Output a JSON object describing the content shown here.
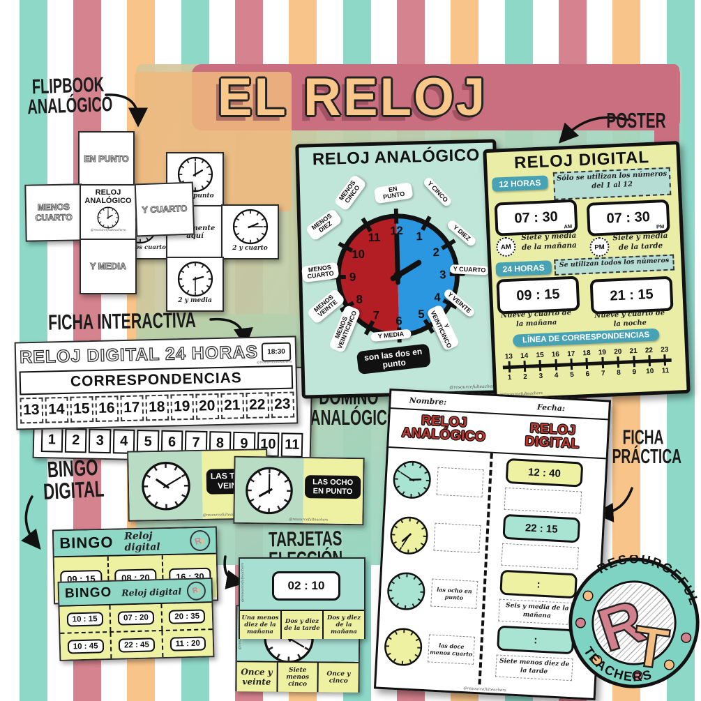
{
  "colors": {
    "stripe_teal": "#8ed8c8",
    "stripe_pink": "#d5838e",
    "stripe_orange": "#f8c489",
    "title_peach": "#f9c789",
    "frame_pink": "#c96f80",
    "poster_mint": "#bfe6d8",
    "poster_lime": "#e9eda6",
    "clock_red": "#b21e24",
    "clock_blue": "#2a97e0",
    "badge_teal": "#47a3b4",
    "card_yellow": "#eef0a2",
    "card_mint": "#b9dcc4",
    "worksheet_red": "#c4382f",
    "logo_pink": "#d2808c",
    "logo_orange": "#f4bd81",
    "logo_teal": "#7fd3c2"
  },
  "watermark": "@resourcefulteachers",
  "title": "EL RELOJ",
  "annotations": {
    "flipbook_1": "FLIPBOOK",
    "flipbook_2": "ANALÓGICO",
    "poster": "POSTER",
    "ficha_interactiva": "FICHA INTERACTIVA",
    "domino_1": "DOMINÓ",
    "domino_2": "ANALÓGICO",
    "bingo_1": "BINGO",
    "bingo_2": "DIGITAL",
    "tarjetas": "TARJETAS ELECCIÓN",
    "ficha_practica_1": "FICHA",
    "ficha_practica_2": "PRÁCTICA"
  },
  "flipbook": {
    "en_punto": "EN PUNTO",
    "menos_cuarto": "MENOS CUARTO",
    "y_cuarto": "Y CUARTO",
    "y_media": "Y MEDIA",
    "center_title_1": "RELOJ",
    "center_title_2": "ANALÓGICO",
    "clock_captions": {
      "top": "2 en punto",
      "left": "2 menos cuarto",
      "right": "2 y cuarto",
      "bottom": "2 y media",
      "center": "solamente aquí"
    }
  },
  "poster": {
    "left": {
      "title": "RELOJ ANALÓGICO",
      "clock_numbers": [
        "12",
        "1",
        "2",
        "3",
        "4",
        "5",
        "6",
        "7",
        "8",
        "9",
        "10",
        "11"
      ],
      "minute_labels": [
        "EN PUNTO",
        "Y CINCO",
        "Y DIEZ",
        "Y CUARTO",
        "Y VEINTE",
        "Y VEINTICINCO",
        "Y MEDIA",
        "MENOS VEINTICINCO",
        "MENOS VEINTE",
        "MENOS CUARTO",
        "MENOS DIEZ",
        "MENOS CINCO"
      ],
      "example": "son las dos en punto"
    },
    "right": {
      "title": "RELOJ DIGITAL",
      "badge_12h": "12 HORAS",
      "note_12h": "Sólo se utilizan los números del 1 al 12",
      "display_am": "07 : 30",
      "display_am_suffix": "AM",
      "display_pm": "07 : 30",
      "display_pm_suffix": "PM",
      "am_abbr": "AM",
      "am_text": "Siete y media de la mañana",
      "pm_abbr": "PM",
      "pm_text": "Siete y media de la tarde",
      "badge_24h": "24 HORAS",
      "note_24h": "Se utilizan todos los números",
      "display_morning": "09 : 15",
      "display_morning_text": "Nueve y cuarto de la mañana",
      "display_night": "21 : 15",
      "display_night_text": "Nueve y cuarto de la noche",
      "line_title": "LÍNEA DE CORRESPONDENCIAS",
      "line_top": [
        "13",
        "14",
        "15",
        "16",
        "17",
        "18",
        "19",
        "20",
        "21",
        "22",
        "23"
      ],
      "line_bottom": [
        "1",
        "2",
        "3",
        "4",
        "5",
        "6",
        "7",
        "8",
        "9",
        "10",
        "11"
      ]
    }
  },
  "ficha": {
    "strip_title": "RELOJ DIGITAL 24 HORAS",
    "clock_icon_time": "18:30",
    "subtitle": "CORRESPONDENCIAS",
    "numbers_24h": [
      "13",
      "14",
      "15",
      "16",
      "17",
      "18",
      "19",
      "20",
      "21",
      "22",
      "23"
    ],
    "numbers_12h": [
      "1",
      "2",
      "3",
      "4",
      "5",
      "6",
      "7",
      "8",
      "9",
      "10",
      "11"
    ]
  },
  "domino": {
    "back_label_1": "LAS TR",
    "back_label_2": "VEIN",
    "front_label_1": "LAS OCHO",
    "front_label_2": "EN PUNTO"
  },
  "bingo": {
    "title": "BINGO",
    "subtitle": "Reloj digital",
    "card1_times": [
      "09 : 15",
      "08 : 20",
      "16 : 30"
    ],
    "card2_times": [
      "10 : 15",
      "07 : 20",
      "20 : 35",
      "10 : 45",
      "22 : 45",
      "11 : 20"
    ]
  },
  "tarjetas": {
    "card1_time": "02 : 10",
    "card1_options": [
      "Una menos diez de la mañana",
      "Dos y diez de la tarde",
      "Dos y diez de la mañana"
    ],
    "card2_options": [
      "Once y veinte",
      "Siete menos cinco",
      "Once y cinco"
    ]
  },
  "worksheet": {
    "name_label": "Nombre:",
    "date_label": "Fecha:",
    "col_analog_1": "RELOJ",
    "col_analog_2": "ANALÓGICO",
    "col_digital_1": "RELOJ",
    "col_digital_2": "DIGITAL",
    "analog_answers": [
      "",
      "",
      "las ocho en punto",
      "las doce menos cuarto"
    ],
    "digital_displays": [
      "12 : 40",
      "22 : 15",
      ":",
      ":"
    ],
    "digital_answers": [
      "",
      "",
      "Seis y media de la mañana",
      "Siete menos diez de la tarde"
    ]
  },
  "logo": {
    "arc_top": "RESOURCEFUL",
    "arc_bottom": "TEACHERS",
    "letter_r": "R",
    "letter_t": "T"
  }
}
